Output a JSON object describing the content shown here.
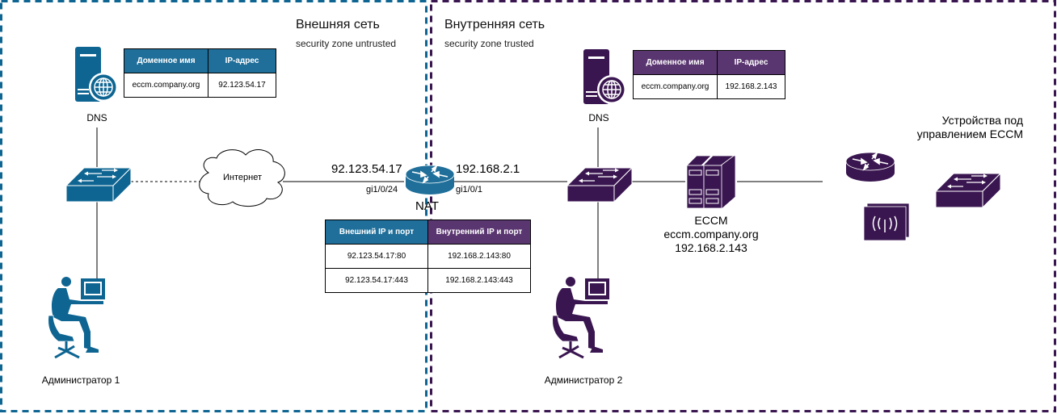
{
  "colors": {
    "external": "#0e6592",
    "external_header": "#1f6f9a",
    "internal": "#3a1650",
    "internal_header": "#5a3670"
  },
  "zones": {
    "external": {
      "title": "Внешняя сеть",
      "subtitle": "security zone untrusted"
    },
    "internal": {
      "title": "Внутренняя сеть",
      "subtitle": "security zone trusted"
    }
  },
  "external_dns": {
    "label": "DNS",
    "icon": "dns-server-icon",
    "table": {
      "headers": [
        "Доменное имя",
        "IP-адрес"
      ],
      "rows": [
        [
          "eccm.company.org",
          "92.123.54.17"
        ]
      ]
    }
  },
  "internal_dns": {
    "label": "DNS",
    "icon": "dns-server-icon",
    "table": {
      "headers": [
        "Доменное имя",
        "IP-адрес"
      ],
      "rows": [
        [
          "eccm.company.org",
          "192.168.2.143"
        ]
      ]
    }
  },
  "internet": {
    "label": "Интернет",
    "icon": "cloud-icon"
  },
  "nat": {
    "label": "NAT",
    "icon": "router-icon",
    "external_ip": "92.123.54.17",
    "external_port": "gi1/0/24",
    "internal_ip": "192.168.2.1",
    "internal_port": "gi1/0/1",
    "table": {
      "headers": [
        "Внешний IP и порт",
        "Внутренний IP и порт"
      ],
      "rows": [
        [
          "92.123.54.17:80",
          "192.168.2.143:80"
        ],
        [
          "92.123.54.17:443",
          "192.168.2.143:443"
        ]
      ]
    }
  },
  "eccm": {
    "name": "ECCM",
    "domain": "eccm.company.org",
    "ip": "192.168.2.143",
    "icon": "server-rack-icon"
  },
  "managed_devices": {
    "title_line1": "Устройства под",
    "title_line2": "управлением ECCM",
    "devices": [
      "router-icon",
      "switch-icon",
      "access-point-icon"
    ]
  },
  "admins": [
    {
      "label": "Администратор 1",
      "icon": "admin-workstation-icon"
    },
    {
      "label": "Администратор 2",
      "icon": "admin-workstation-icon"
    }
  ]
}
